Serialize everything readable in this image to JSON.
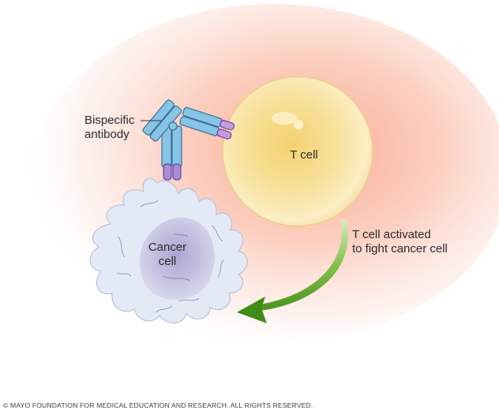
{
  "labels": {
    "antibody": [
      "Bispecific",
      "antibody"
    ],
    "t_cell": "T cell",
    "cancer_cell": [
      "Cancer",
      "cell"
    ],
    "activation": [
      "T cell activated",
      "to fight cancer cell"
    ]
  },
  "copyright": "© MAYO FOUNDATION FOR MEDICAL EDUCATION AND RESEARCH. ALL RIGHTS RESERVED.",
  "colors": {
    "glow": "#f7a98f",
    "t_cell_fill": "#f7d774",
    "t_cell_edge": "#f0cf8a",
    "cancer_cell_fill": "#e3eaf6",
    "nucleus": "#c5c3e2",
    "antibody_arm": "#7ec0e6",
    "antibody_tip": "#a98bd6",
    "arrow": "#4f9a1e"
  },
  "icons": {
    "t_cell": "t-cell-sphere",
    "cancer_cell": "cancer-cell-ruffled",
    "antibody": "y-shaped-antibody",
    "arrow": "curved-arrow"
  }
}
